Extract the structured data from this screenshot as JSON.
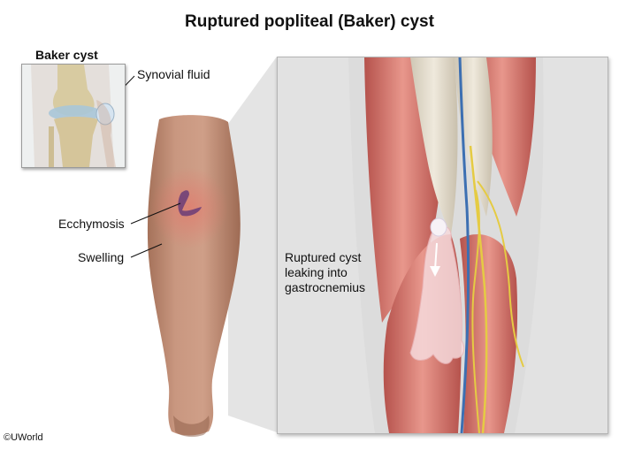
{
  "title": "Ruptured popliteal (Baker) cyst",
  "inset": {
    "title": "Baker cyst",
    "label_fluid": "Synovial fluid"
  },
  "leg_labels": {
    "ecchymosis": "Ecchymosis",
    "swelling": "Swelling"
  },
  "detail": {
    "label": "Ruptured cyst\nleaking into\ngastrocnemius"
  },
  "copyright": "©UWorld"
}
